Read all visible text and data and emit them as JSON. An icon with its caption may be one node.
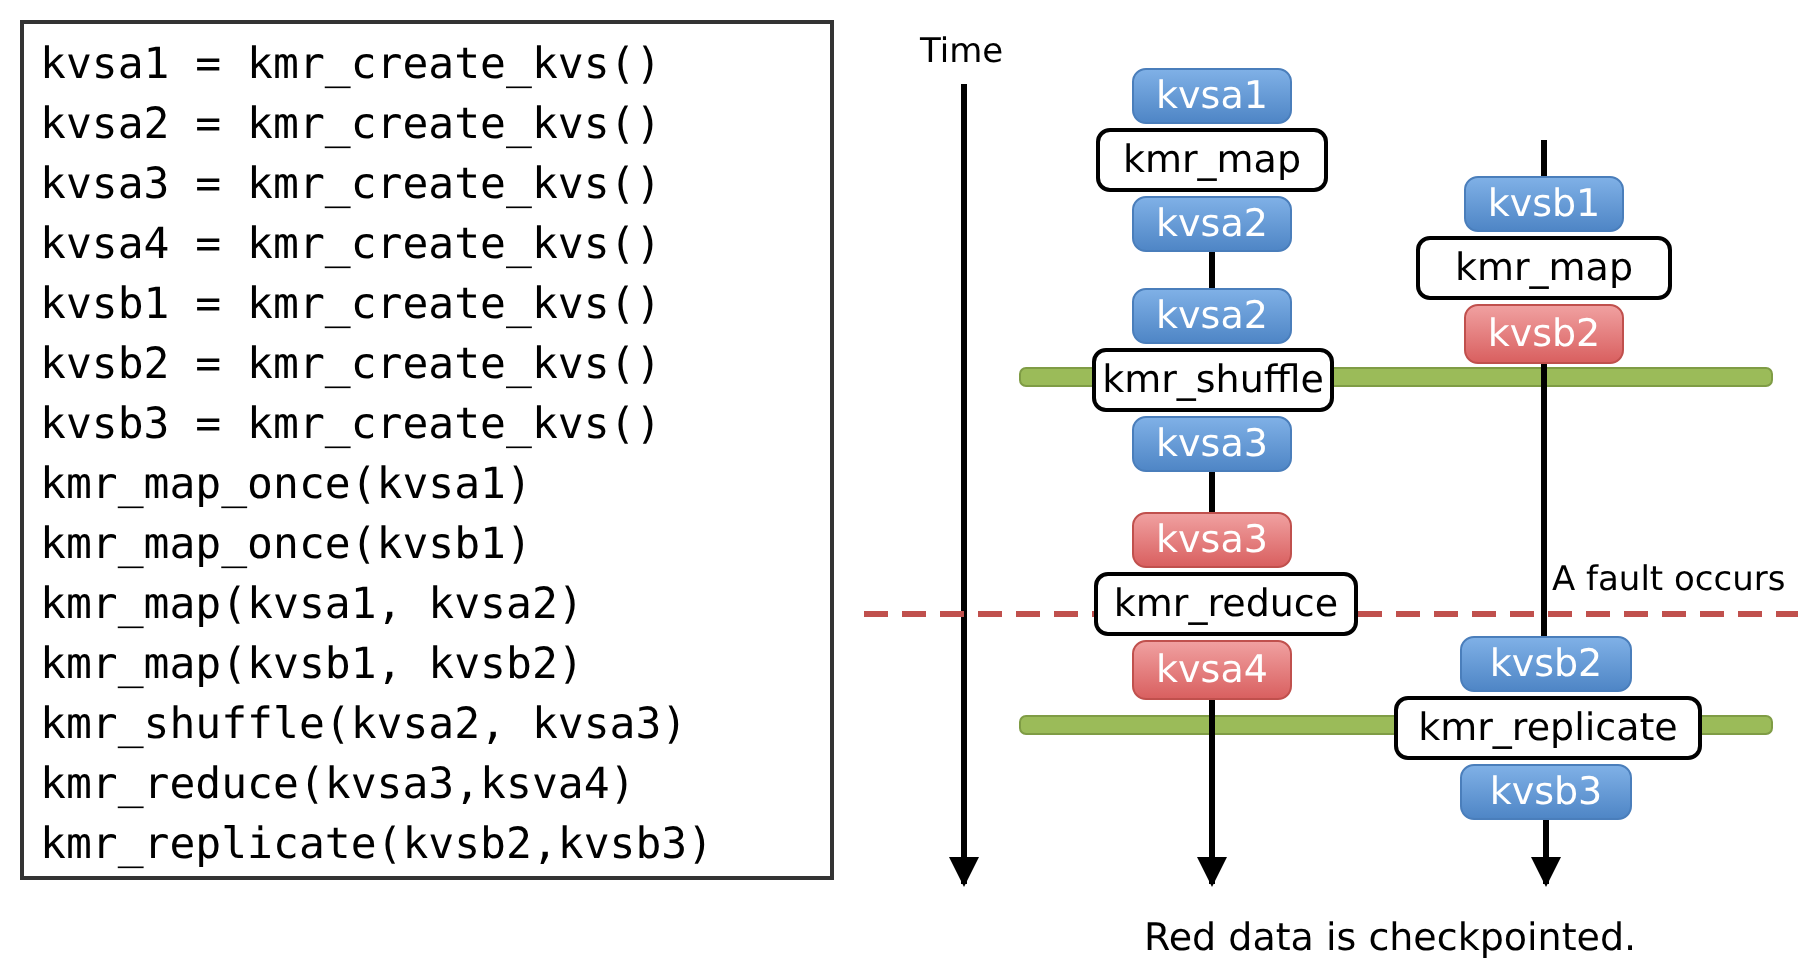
{
  "diagram": {
    "caption": "Red data is checkpointed.",
    "nodes": [
      {
        "text": [
          "kvsa1 = kmr_create_kvs()",
          "kvsa2 = kmr_create_kvs()",
          "kvsa3 = kmr_create_kvs()",
          "kvsa4 = kmr_create_kvs()",
          "kvsb1 = kmr_create_kvs()",
          "kvsb2 = kmr_create_kvs()",
          "kvsb3 = kmr_create_kvs()",
          "kmr_map_once(kvsa1)",
          "kmr_map_once(kvsb1)",
          "kmr_map(kvsa1, kvsa2)",
          "kmr_map(kvsb1, kvsb2)",
          "kmr_shuffle(kvsa2, kvsa3)",
          "kmr_reduce(kvsa3,ksva4)",
          "kmr_replicate(kvsb2,kvsb3)"
        ]
      },
      {
        "text": [
          "kvsa1"
        ]
      },
      {
        "text": [
          "kmr_map"
        ]
      },
      {
        "text": [
          "kvsa2"
        ]
      },
      {
        "text": [
          "kvsb1"
        ]
      },
      {
        "text": [
          "kmr_map"
        ]
      },
      {
        "text": [
          "kvsb2"
        ]
      },
      {
        "text": [
          "kvsa2"
        ]
      },
      {
        "text": [
          "kmr_shuffle"
        ]
      },
      {
        "text": [
          "kvsa3"
        ]
      },
      {
        "text": [
          "kvsa3"
        ]
      },
      {
        "text": [
          "kmr_reduce"
        ]
      },
      {
        "text": [
          "kvsa4"
        ]
      },
      {
        "text": [
          "kvsb2"
        ]
      },
      {
        "text": [
          "kmr_replicate"
        ]
      },
      {
        "text": [
          "kvsb3"
        ]
      }
    ],
    "edges": [
      {
        "from": 3,
        "to": 7,
        "arrow": "none"
      },
      {
        "from": 9,
        "to": 10,
        "arrow": "none"
      },
      {
        "from": 12,
        "to": null,
        "arrow": "to"
      },
      {
        "from": null,
        "to": 4,
        "arrow": "none"
      },
      {
        "from": 6,
        "to": 13,
        "arrow": "none"
      },
      {
        "from": 15,
        "to": null,
        "arrow": "to"
      }
    ],
    "labels": [
      "Time",
      "A fault occurs"
    ]
  }
}
